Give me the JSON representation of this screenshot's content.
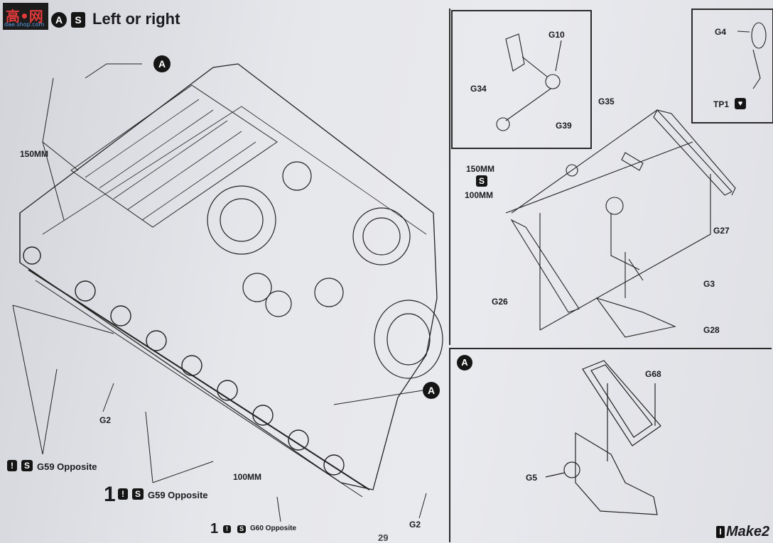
{
  "logo": {
    "main": "高•网",
    "sub": "dae.shop.com"
  },
  "header": {
    "badge_a": "A",
    "badge_s": "S",
    "title": "Left or right"
  },
  "callouts": {
    "a1": "A",
    "a2": "A"
  },
  "main_labels": {
    "mm150": "150MM",
    "g2_left": "G2",
    "g2_right": "G2",
    "g59_a": "G59 Opposite",
    "g59_b": "G59 Opposite",
    "step_one_b": "1",
    "mm100": "100MM",
    "step_one_c": "1",
    "g60": "G60 Opposite"
  },
  "panel_top_small": {
    "g10": "G10",
    "g34": "G34",
    "g39": "G39"
  },
  "panel_top_right": {
    "g4": "G4",
    "tp1": "TP1"
  },
  "panel_mid": {
    "mm150": "150MM",
    "s_badge": "S",
    "mm100": "100MM",
    "g35": "G35",
    "g26": "G26",
    "g27": "G27",
    "g3": "G3",
    "g28": "G28"
  },
  "panel_bottom": {
    "badge_a": "A",
    "g68": "G68",
    "g5": "G5"
  },
  "footer": {
    "page_number": "29",
    "brand_mark": "I",
    "brand_text": "Make2"
  },
  "icons": [
    "heart-icon",
    "exclamation-icon",
    "s-icon"
  ]
}
